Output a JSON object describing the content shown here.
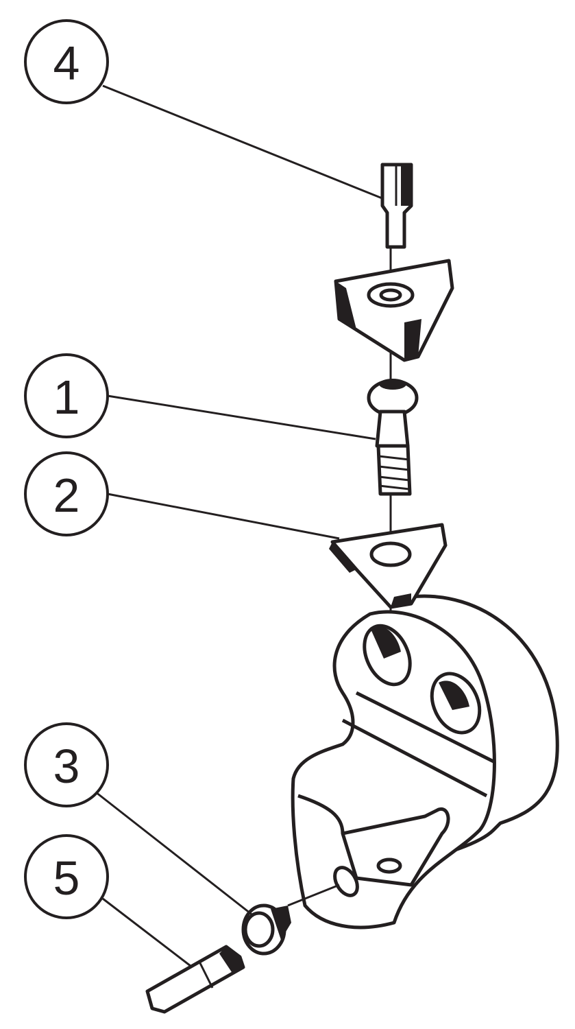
{
  "diagram": {
    "callouts": [
      {
        "id": "4",
        "label": "4"
      },
      {
        "id": "1",
        "label": "1"
      },
      {
        "id": "2",
        "label": "2"
      },
      {
        "id": "3",
        "label": "3"
      },
      {
        "id": "5",
        "label": "5"
      }
    ],
    "colors": {
      "ink": "#231f20",
      "background": "#ffffff"
    }
  }
}
